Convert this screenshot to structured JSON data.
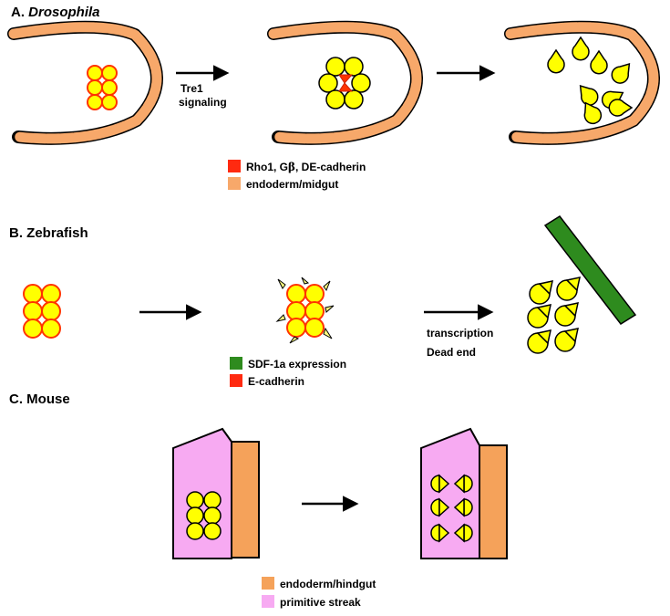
{
  "sections": {
    "a": {
      "letter": "A.",
      "title": "Drosophila",
      "arrow_label_1": "Tre1",
      "arrow_label_2": "signaling",
      "legend": [
        {
          "color": "#ff2a10",
          "pre": "Rho1, G",
          "greek": "β",
          "post": ", DE-cadherin"
        },
        {
          "color": "#f7a86a",
          "label": "endoderm/midgut"
        }
      ]
    },
    "b": {
      "title": "B. Zebrafish",
      "arrow_label_1": "transcription",
      "arrow_label_2": "Dead end",
      "legend": [
        {
          "color": "#2e8b1e",
          "label": "SDF-1a expression"
        },
        {
          "color": "#ff2a10",
          "label": "E-cadherin"
        }
      ]
    },
    "c": {
      "title": "C. Mouse",
      "legend": [
        {
          "color": "#f5a25a",
          "label": "endoderm/hindgut"
        },
        {
          "color": "#f7aaf2",
          "label": "primitive streak"
        }
      ]
    }
  },
  "colors": {
    "cell_fill": "#ffff00",
    "cell_border": "#ff3300",
    "gut_fill": "#f7a86a",
    "sdf_bar": "#2e8b1e",
    "streak": "#f7aaf2",
    "hindgut": "#f5a25a"
  }
}
